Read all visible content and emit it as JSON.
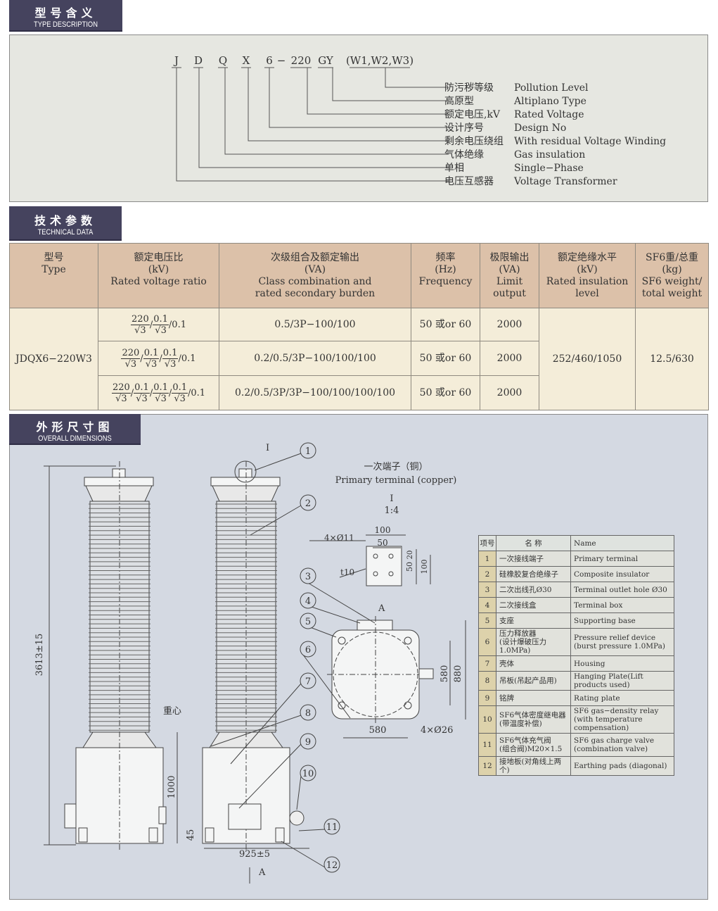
{
  "sections": {
    "type": {
      "cn": "型号含义",
      "en": "TYPE DESCRIPTION"
    },
    "tech": {
      "cn": "技术参数",
      "en": "TECHNICAL DATA"
    },
    "dims": {
      "cn": "外形尺寸图",
      "en": "OVERALL DIMENSIONS"
    }
  },
  "type_code": {
    "parts": [
      "J",
      "D",
      "Q",
      "X",
      "6",
      "−",
      "220",
      "GY",
      "(W1,W2,W3)"
    ],
    "meanings": [
      {
        "cn": "防污秽等级",
        "en": "Pollution Level"
      },
      {
        "cn": "高原型",
        "en": "Altiplano Type"
      },
      {
        "cn": "额定电压,kV",
        "en": "Rated Voltage"
      },
      {
        "cn": "设计序号",
        "en": "Design No"
      },
      {
        "cn": "剩余电压绕组",
        "en": "With residual Voltage Winding"
      },
      {
        "cn": "气体绝缘",
        "en": "Gas insulation"
      },
      {
        "cn": "单相",
        "en": "Single−Phase"
      },
      {
        "cn": "电压互感器",
        "en": "Voltage Transformer"
      }
    ]
  },
  "tech": {
    "headers": [
      {
        "cn": "型号",
        "unit": "",
        "en1": "Type",
        "en2": ""
      },
      {
        "cn": "额定电压比",
        "unit": "(kV)",
        "en1": "Rated voltage ratio",
        "en2": ""
      },
      {
        "cn": "次级组合及额定输出",
        "unit": "(VA)",
        "en1": "Class combination and",
        "en2": "rated secondary burden"
      },
      {
        "cn": "频率",
        "unit": "(Hz)",
        "en1": "Frequency",
        "en2": ""
      },
      {
        "cn": "极限输出",
        "unit": "(VA)",
        "en1": "Limit",
        "en2": "output"
      },
      {
        "cn": "额定绝缘水平",
        "unit": "(kV)",
        "en1": "Rated insulation",
        "en2": "level"
      },
      {
        "cn": "SF6重/总重",
        "unit": "(kg)",
        "en1": "SF6 weight/",
        "en2": "total weight"
      }
    ],
    "type": "JDQX6−220W3",
    "insulation": "252/460/1050",
    "weight": "12.5/630",
    "sqrt": "√3",
    "primary": "220",
    "secondary": "0.1",
    "tail": "/0.1",
    "rows": [
      {
        "burden": "0.5/3P−100/100",
        "freq": "50 或or 60",
        "limit": "2000"
      },
      {
        "burden": "0.2/0.5/3P−100/100/100",
        "freq": "50 或or 60",
        "limit": "2000"
      },
      {
        "burden": "0.2/0.5/3P/3P−100/100/100/100",
        "freq": "50 或or 60",
        "limit": "2000"
      }
    ]
  },
  "drawing": {
    "height_dim": "3613±15",
    "cog": "重心",
    "dim_1000": "1000",
    "dim_45": "45",
    "dim_925": "925±5",
    "view_a": "A",
    "detail_i": "I",
    "terminal_cn": "一次端子（铜）",
    "terminal_en": "Primary terminal (copper)",
    "scale": "1:4",
    "holes_small": "4×Ø11",
    "thick": "t10",
    "d100": "100",
    "d50": "50",
    "d20": "20",
    "d580": "580",
    "d880": "880",
    "holes_big": "4×Ø26",
    "callouts": [
      "1",
      "2",
      "3",
      "4",
      "5",
      "6",
      "7",
      "8",
      "9",
      "10",
      "11",
      "12"
    ]
  },
  "parts": {
    "headers": {
      "no": "项号",
      "cn": "名 称",
      "en": "Name"
    },
    "items": [
      {
        "no": "1",
        "cn": "一次接线端子",
        "en": "Primary terminal"
      },
      {
        "no": "2",
        "cn": "硅橡胶复合绝缘子",
        "en": "Composite insulator"
      },
      {
        "no": "3",
        "cn": "二次出线孔Ø30",
        "en": "Terminal outlet hole Ø30"
      },
      {
        "no": "4",
        "cn": "二次接线盒",
        "en": "Terminal box"
      },
      {
        "no": "5",
        "cn": "支座",
        "en": "Supporting base"
      },
      {
        "no": "6",
        "cn": "压力释放器",
        "cn2": "(设计爆破压力1.0MPa)",
        "en": "Pressure relief device",
        "en2": "(burst pressure 1.0MPa)"
      },
      {
        "no": "7",
        "cn": "壳体",
        "en": "Housing"
      },
      {
        "no": "8",
        "cn": "吊板(吊起产品用)",
        "en": "Hanging Plate(Lift products used)"
      },
      {
        "no": "9",
        "cn": "铭牌",
        "en": "Rating plate"
      },
      {
        "no": "10",
        "cn": "SF6气体密度继电器",
        "cn2": "(带温度补偿)",
        "en": "SF6 gas−density relay",
        "en2": "(with temperature compensation)"
      },
      {
        "no": "11",
        "cn": "SF6气体充气阀",
        "cn2": "(组合阀)M20×1.5",
        "en": "SF6 gas charge valve",
        "en2": "(combination valve)"
      },
      {
        "no": "12",
        "cn": "接地板(对角线上两个)",
        "en": "Earthing pads (diagonal)"
      }
    ]
  }
}
